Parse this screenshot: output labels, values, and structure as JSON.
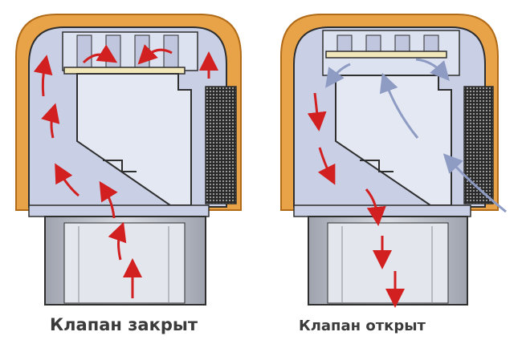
{
  "captions": {
    "closed": "Клапан закрыт",
    "open": "Клапан открыт"
  },
  "colors": {
    "cap_orange": "#e8a247",
    "cap_orange_dark": "#b06a18",
    "body_blue": "#c9d0e6",
    "body_light": "#e4e8f3",
    "pipe_gray": "#b8bcc6",
    "outline": "#2f2f2f",
    "valve_disc": "#f2e7b9",
    "arrow_red": "#d21f1f",
    "arrow_blue": "#8e9cc4",
    "caption_text": "#3b3b3b"
  },
  "panels": [
    {
      "state": "closed",
      "flow": "red arrows rise from pipe, blocked by disc at top"
    },
    {
      "state": "open",
      "flow": "blue air enters through side mesh, red arrows descend into pipe"
    }
  ]
}
